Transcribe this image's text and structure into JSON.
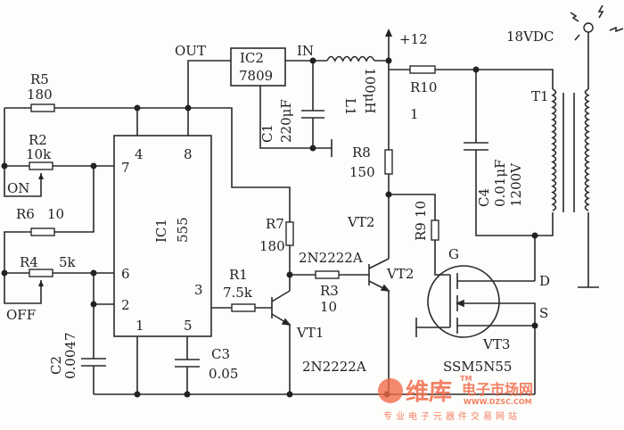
{
  "diagram": {
    "supply": {
      "rail_label": "+12",
      "output_label": "18VDC"
    },
    "ic1": {
      "name": "IC1",
      "part": "555",
      "pins": {
        "p1": "1",
        "p2": "2",
        "p3": "3",
        "p4": "4",
        "p5": "5",
        "p6": "6",
        "p7": "7",
        "p8": "8"
      }
    },
    "ic2": {
      "name": "IC2",
      "part": "7809",
      "in_label": "IN",
      "out_label": "OUT"
    },
    "resistors": {
      "r1": {
        "name": "R1",
        "value": "7.5k"
      },
      "r2": {
        "name": "R2",
        "value": "10k"
      },
      "r3": {
        "name": "R3",
        "value": "10"
      },
      "r4": {
        "name": "R4",
        "value": "5k"
      },
      "r5": {
        "name": "R5",
        "value": "180"
      },
      "r6": {
        "name": "R6",
        "value": "10"
      },
      "r7": {
        "name": "R7",
        "value": "180"
      },
      "r8": {
        "name": "R8",
        "value": "150"
      },
      "r9": {
        "name": "R9",
        "value": "10"
      },
      "r10": {
        "name": "R10",
        "value": "1"
      }
    },
    "switches": {
      "on": "ON",
      "off": "OFF"
    },
    "capacitors": {
      "c1": {
        "name": "C1",
        "value": "220μF"
      },
      "c2": {
        "name": "C2",
        "value": "0.0047"
      },
      "c3": {
        "name": "C3",
        "value": "0.05"
      },
      "c4": {
        "name": "C4",
        "value": "0.01μF",
        "rating": "1200V"
      }
    },
    "inductor": {
      "name": "L1",
      "value": "100μH"
    },
    "transformer": {
      "name": "T1"
    },
    "transistors": {
      "vt1": {
        "name": "VT1",
        "part": "2N2222A"
      },
      "vt2": {
        "name": "VT2",
        "part": "2N2222A",
        "name_alt": "VT2"
      },
      "vt3": {
        "name": "VT3",
        "part": "SSM5N55",
        "gate": "G",
        "drain": "D",
        "source": "S"
      }
    }
  },
  "watermark": {
    "brand_cn": "维库",
    "tagline_cn": "电子市场网",
    "url": "WWW.DZSC.COM",
    "slogan_cn": "专业电子元器件交易网站",
    "tm": "TM",
    "color": "#f26b4a"
  }
}
